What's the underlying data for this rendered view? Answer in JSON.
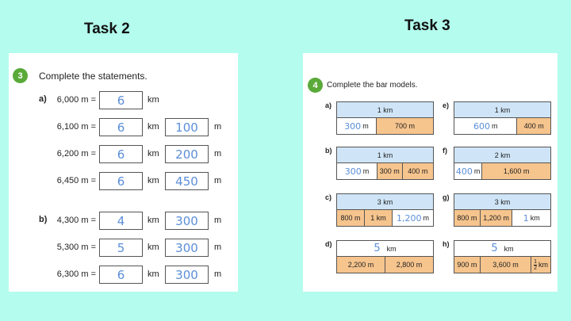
{
  "task2": {
    "title": "Task 2",
    "qnum": "3",
    "heading": "Complete the statements.",
    "parts": [
      {
        "letter": "a)",
        "rows": [
          {
            "label": "6,000 m =",
            "km": "6",
            "m": null
          },
          {
            "label": "6,100 m =",
            "km": "6",
            "m": "100"
          },
          {
            "label": "6,200 m =",
            "km": "6",
            "m": "200"
          },
          {
            "label": "6,450 m =",
            "km": "6",
            "m": "450"
          }
        ]
      },
      {
        "letter": "b)",
        "rows": [
          {
            "label": "4,300 m =",
            "km": "4",
            "m": "300"
          },
          {
            "label": "5,300 m =",
            "km": "5",
            "m": "300"
          },
          {
            "label": "6,300 m =",
            "km": "6",
            "m": "300"
          }
        ]
      }
    ],
    "unit_km": "km",
    "unit_m": "m"
  },
  "task3": {
    "title": "Task 3",
    "qnum": "4",
    "heading": "Complete the bar models.",
    "bars": [
      {
        "letter": "a)",
        "top": "1 km",
        "top_hw": null,
        "segs": [
          {
            "hw": "300",
            "t": "m",
            "w": true,
            "f": 1.1
          },
          {
            "t": "700 m",
            "f": 1.6
          }
        ]
      },
      {
        "letter": "e)",
        "top": "1 km",
        "top_hw": null,
        "segs": [
          {
            "hw": "600",
            "t": "m",
            "w": true,
            "f": 1.7
          },
          {
            "t": "400 m",
            "f": 0.9
          }
        ]
      },
      {
        "letter": "b)",
        "top": "1 km",
        "top_hw": null,
        "segs": [
          {
            "hw": "300",
            "t": "m",
            "w": true,
            "f": 1.3
          },
          {
            "t": "300 m",
            "f": 0.8
          },
          {
            "t": "400 m",
            "f": 1.0
          }
        ]
      },
      {
        "letter": "f)",
        "top": "2 km",
        "top_hw": null,
        "segs": [
          {
            "hw": "400",
            "t": "m",
            "w": true,
            "f": 0.8
          },
          {
            "t": "1,600 m",
            "f": 2.0
          }
        ]
      },
      {
        "letter": "c)",
        "top": "3 km",
        "top_hw": null,
        "segs": [
          {
            "t": "800 m",
            "f": 0.8
          },
          {
            "t": "1 km",
            "f": 0.8
          },
          {
            "hw": "1,200",
            "t": "m",
            "w": true,
            "f": 1.2
          }
        ]
      },
      {
        "letter": "g)",
        "top": "3 km",
        "top_hw": null,
        "segs": [
          {
            "t": "800 m",
            "f": 0.8
          },
          {
            "t": "1,200 m",
            "f": 1.0
          },
          {
            "hw": "1",
            "t": "km",
            "w": true,
            "f": 1.2
          }
        ]
      },
      {
        "letter": "d)",
        "top": "km",
        "top_hw": "5",
        "segs": [
          {
            "t": "2,200 m",
            "f": 1.0
          },
          {
            "t": "2,800 m",
            "f": 1.0
          }
        ]
      },
      {
        "letter": "h)",
        "top": "km",
        "top_hw": "5",
        "segs": [
          {
            "t": "900 m",
            "f": 0.8
          },
          {
            "t": "3,600 m",
            "f": 1.6
          },
          {
            "frac": [
              "1",
              "2"
            ],
            "t": "km",
            "f": 0.6
          }
        ]
      }
    ]
  }
}
